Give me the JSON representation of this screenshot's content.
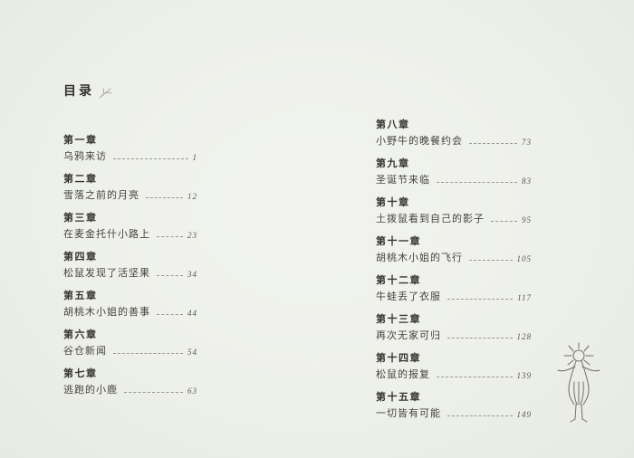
{
  "page": {
    "title": "目录"
  },
  "colors": {
    "background": "#eef0ea",
    "text": "#3b3b36",
    "leader": "#98988e",
    "sketch": "#6f6f66"
  },
  "icons": {
    "leaf_ornament": "leaf-sprig-ornament",
    "fairy": "flower-fairy-sketch-illustration"
  },
  "toc": {
    "left": [
      {
        "chapter": "第一章",
        "title": "乌鸦来访",
        "page": "1"
      },
      {
        "chapter": "第二章",
        "title": "雪落之前的月亮",
        "page": "12"
      },
      {
        "chapter": "第三章",
        "title": "在麦金托什小路上",
        "page": "23"
      },
      {
        "chapter": "第四章",
        "title": "松鼠发现了活坚果",
        "page": "34"
      },
      {
        "chapter": "第五章",
        "title": "胡桃木小姐的善事",
        "page": "44"
      },
      {
        "chapter": "第六章",
        "title": "谷仓新闻",
        "page": "54"
      },
      {
        "chapter": "第七章",
        "title": "逃跑的小鹿",
        "page": "63"
      }
    ],
    "right": [
      {
        "chapter": "第八章",
        "title": "小野牛的晚餐约会",
        "page": "73"
      },
      {
        "chapter": "第九章",
        "title": "圣诞节来临",
        "page": "83"
      },
      {
        "chapter": "第十章",
        "title": "土拨鼠看到自己的影子",
        "page": "95"
      },
      {
        "chapter": "第十一章",
        "title": "胡桃木小姐的飞行",
        "page": "105"
      },
      {
        "chapter": "第十二章",
        "title": "牛蛙丢了衣服",
        "page": "117"
      },
      {
        "chapter": "第十三章",
        "title": "再次无家可归",
        "page": "128"
      },
      {
        "chapter": "第十四章",
        "title": "松鼠的报复",
        "page": "139"
      },
      {
        "chapter": "第十五章",
        "title": "一切皆有可能",
        "page": "149"
      }
    ]
  }
}
